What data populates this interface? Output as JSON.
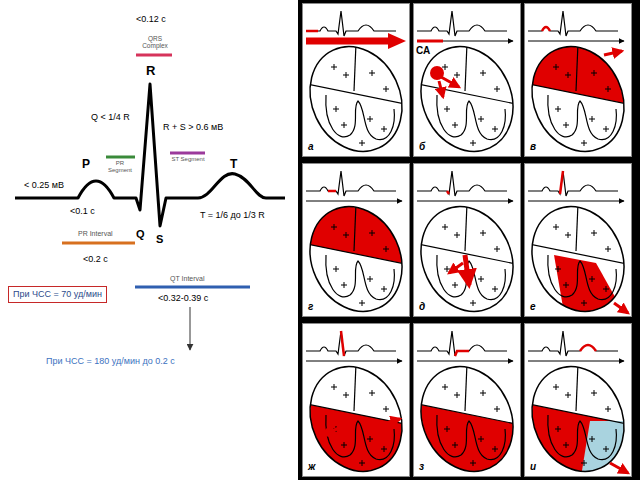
{
  "diagram": {
    "nodes": [
      {
        "text": [
          "При ЧСС = 70 уд/мин"
        ]
      },
      {
        "text": [
          "а"
        ]
      },
      {
        "text": [
          "СА",
          "б"
        ]
      },
      {
        "text": [
          "в"
        ]
      },
      {
        "text": [
          "г"
        ]
      },
      {
        "text": [
          "д"
        ]
      },
      {
        "text": [
          "е"
        ]
      },
      {
        "text": [
          "ж"
        ]
      },
      {
        "text": [
          "з"
        ]
      },
      {
        "text": [
          "и"
        ]
      }
    ],
    "labels": [
      "<0.12 с",
      "QRS Complex",
      "R",
      "Q < 1/4 R",
      "R + S > 0.6 мВ",
      "PR Segment",
      "ST Segment",
      "P",
      "T",
      "< 0.25 мВ",
      "<0.1 с",
      "T = 1/6 до 1/3 R",
      "Q",
      "S",
      "PR Interval",
      "<0.2 с",
      "QT Interval",
      "<0.32-0.39 с",
      "При ЧСС = 180 уд/мин до 0.2 с"
    ]
  }
}
